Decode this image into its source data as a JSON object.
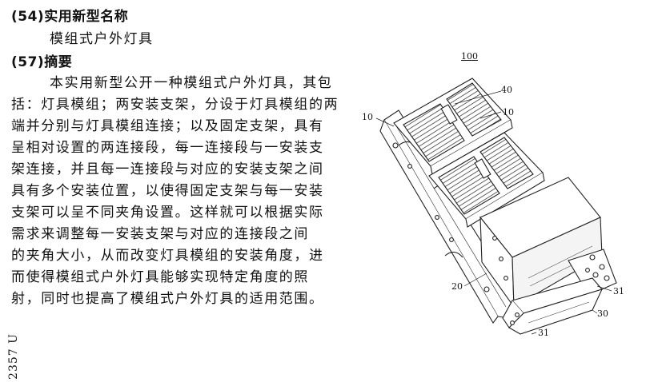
{
  "sections": {
    "title_field": {
      "heading": "(54)实用新型名称",
      "value": "模组式户外灯具"
    },
    "abstract_field": {
      "heading": "(57)摘要",
      "lines": [
        "本实用新型公开一种模组式户外灯具，其包",
        "括：灯具模组；两安装支架，分设于灯具模组的两",
        "端并分别与灯具模组连接；以及固定支架，具有",
        "呈相对设置的两连接段，每一连接段与一安装支",
        "架连接，并且每一连接段与对应的安装支架之间",
        "具有多个安装位置，以使得固定支架与每一安装",
        "支架可以呈不同夹角设置。这样就可以根据实际",
        "需求来调整每一安装支架与对应的连接段之间",
        "的夹角大小，从而改变灯具模组的安装角度，进",
        "而使得模组式户外灯具能够实现特定角度的照",
        "射，同时也提高了模组式户外灯具的适用范围。"
      ]
    }
  },
  "side_stamp": "2357 U",
  "figure": {
    "labels": {
      "assembly": "100",
      "module_top": "40",
      "module_right": "10",
      "module_left": "10",
      "bracket": "20",
      "connector_right": "31",
      "base": "30",
      "connector_bottom": "31"
    }
  }
}
